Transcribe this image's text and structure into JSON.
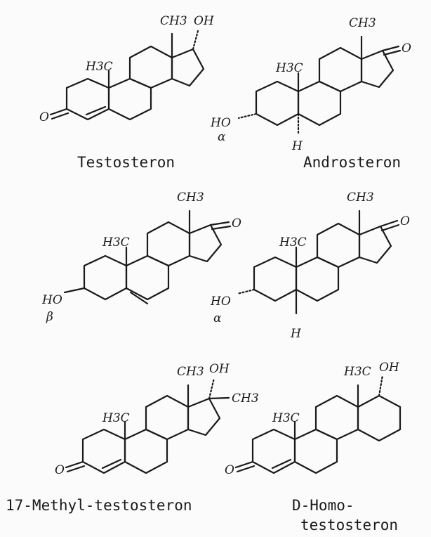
{
  "structures": [
    {
      "name": "Testosteron",
      "groups": {
        "ch3": "CH3",
        "oh": "OH",
        "h3c": "H3C",
        "o": "O"
      }
    },
    {
      "name": "Androsteron",
      "groups": {
        "ch3": "CH3",
        "o": "O",
        "h3c": "H3C",
        "ho": "HO",
        "stereo": "α",
        "h": "H"
      }
    },
    {
      "name": "",
      "groups": {
        "ch3": "CH3",
        "o": "O",
        "h3c": "H3C",
        "ho": "HO",
        "stereo": "β"
      }
    },
    {
      "name": "",
      "groups": {
        "ch3": "CH3",
        "o": "O",
        "h3c": "H3C",
        "ho": "HO",
        "stereo": "α",
        "h": "H"
      }
    },
    {
      "name": "17-Methyl-testosteron",
      "groups": {
        "ch3": "CH3",
        "oh": "OH",
        "ch3b": "CH3",
        "h3c": "H3C",
        "o": "O"
      }
    },
    {
      "name": "D-Homo-",
      "name2": "testosteron",
      "groups": {
        "h3c_top": "H3C",
        "oh": "OH",
        "h3c": "H3C",
        "o": "O"
      }
    }
  ]
}
